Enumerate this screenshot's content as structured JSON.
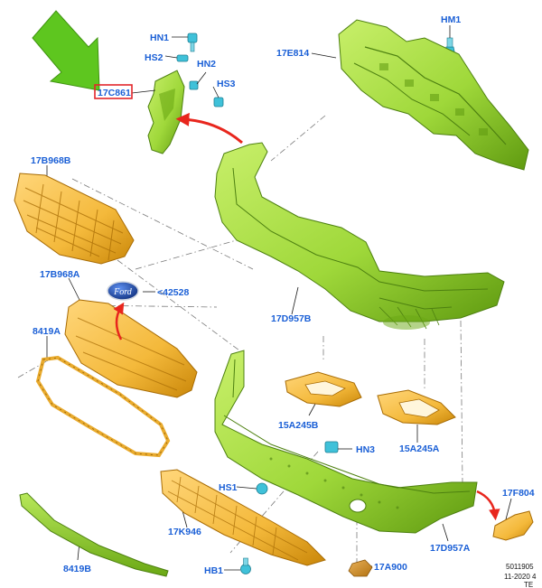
{
  "colors": {
    "label_blue": "#1a5fd6",
    "part_green": "#9fd83a",
    "part_green_dark": "#5f9a10",
    "part_yellow": "#f4b93b",
    "part_yellow_dark": "#c98608",
    "part_cyan": "#3fc1d9",
    "arrow_green": "#5ec61f",
    "arrow_red": "#e8261d",
    "highlight_box": "#e3262b"
  },
  "labels": {
    "hn1": "HN1",
    "hs2": "HS2",
    "hn2": "HN2",
    "hs3": "HS3",
    "c861": "17C861",
    "hm1": "HM1",
    "e814": "17E814",
    "b968b": "17B968B",
    "b968a": "17B968A",
    "a8419": "8419A",
    "c42528": "<42528",
    "d957b": "17D957B",
    "a245b": "15A245B",
    "a245a": "15A245A",
    "hn3": "HN3",
    "hs1": "HS1",
    "k946": "17K946",
    "f804": "17F804",
    "d957a": "17D957A",
    "a900": "17A900",
    "hb1": "HB1",
    "b8419": "8419B"
  },
  "footer": {
    "code": "5011905",
    "date": "11-2020 4",
    "extra": "TE"
  },
  "emblem_text": "Ford"
}
